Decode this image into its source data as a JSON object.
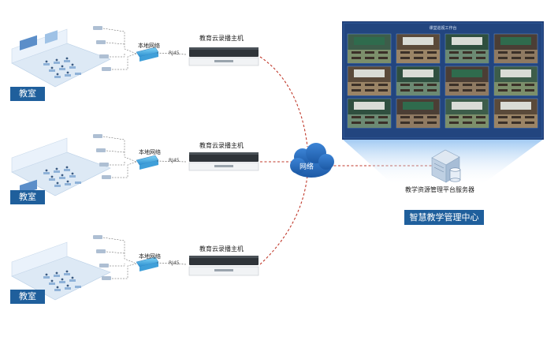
{
  "classrooms": [
    {
      "room_label": "教室",
      "switch_label": "本地网络",
      "port_label": "RJ45",
      "recorder_label": "教育云录播主机"
    },
    {
      "room_label": "教室",
      "switch_label": "本地网络",
      "port_label": "RJ45",
      "recorder_label": "教育云录播主机"
    },
    {
      "room_label": "教室",
      "switch_label": "本地网络",
      "port_label": "RJ45",
      "recorder_label": "教育云录播主机"
    }
  ],
  "network_label": "网络",
  "server_label": "教学资源管理平台服务器",
  "center_label": "智慧教学管理中心",
  "videowall": {
    "title": "课堂巡视工作台",
    "tile_count": 12
  },
  "colors": {
    "brand_blue": "#1f5f9c",
    "link_red": "#c0392b",
    "cloud_blue": "#2b6cb8",
    "wall_bg": "#1c3a73"
  }
}
